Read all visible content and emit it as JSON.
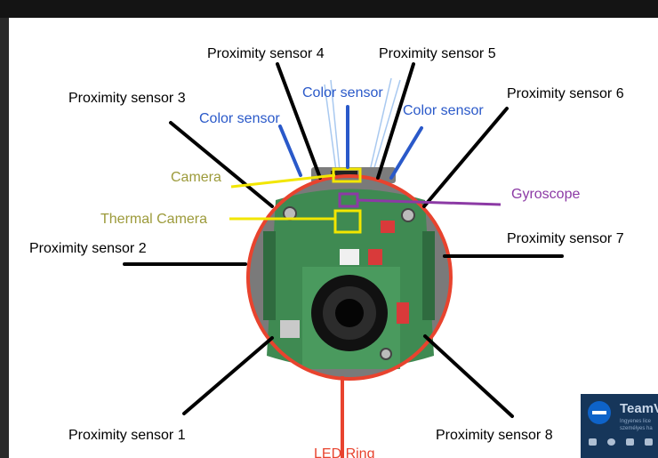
{
  "diagram": {
    "labels": {
      "prox1": "Proximity sensor 1",
      "prox2": "Proximity sensor 2",
      "prox3": "Proximity sensor 3",
      "prox4": "Proximity sensor 4",
      "prox5": "Proximity sensor 5",
      "prox6": "Proximity sensor 6",
      "prox7": "Proximity sensor 7",
      "prox8": "Proximity sensor 8",
      "color_left": "Color sensor",
      "color_center": "Color sensor",
      "color_right": "Color sensor",
      "camera": "Camera",
      "thermal_camera": "Thermal Camera",
      "gyroscope": "Gyroscope",
      "led_ring": "LED Ring"
    },
    "colors": {
      "black_label": "#000000",
      "color_sensor": "#2a59c9",
      "camera_label": "#9c9a3a",
      "highlight_box": "#f2e600",
      "gyroscope": "#8c3aa5",
      "led_ring": "#e8432e",
      "pcb_green": "#3f8a52"
    }
  },
  "overlay": {
    "app_name": "TeamV",
    "line1": "Ingyenes lice",
    "line2": "személyes ha"
  }
}
